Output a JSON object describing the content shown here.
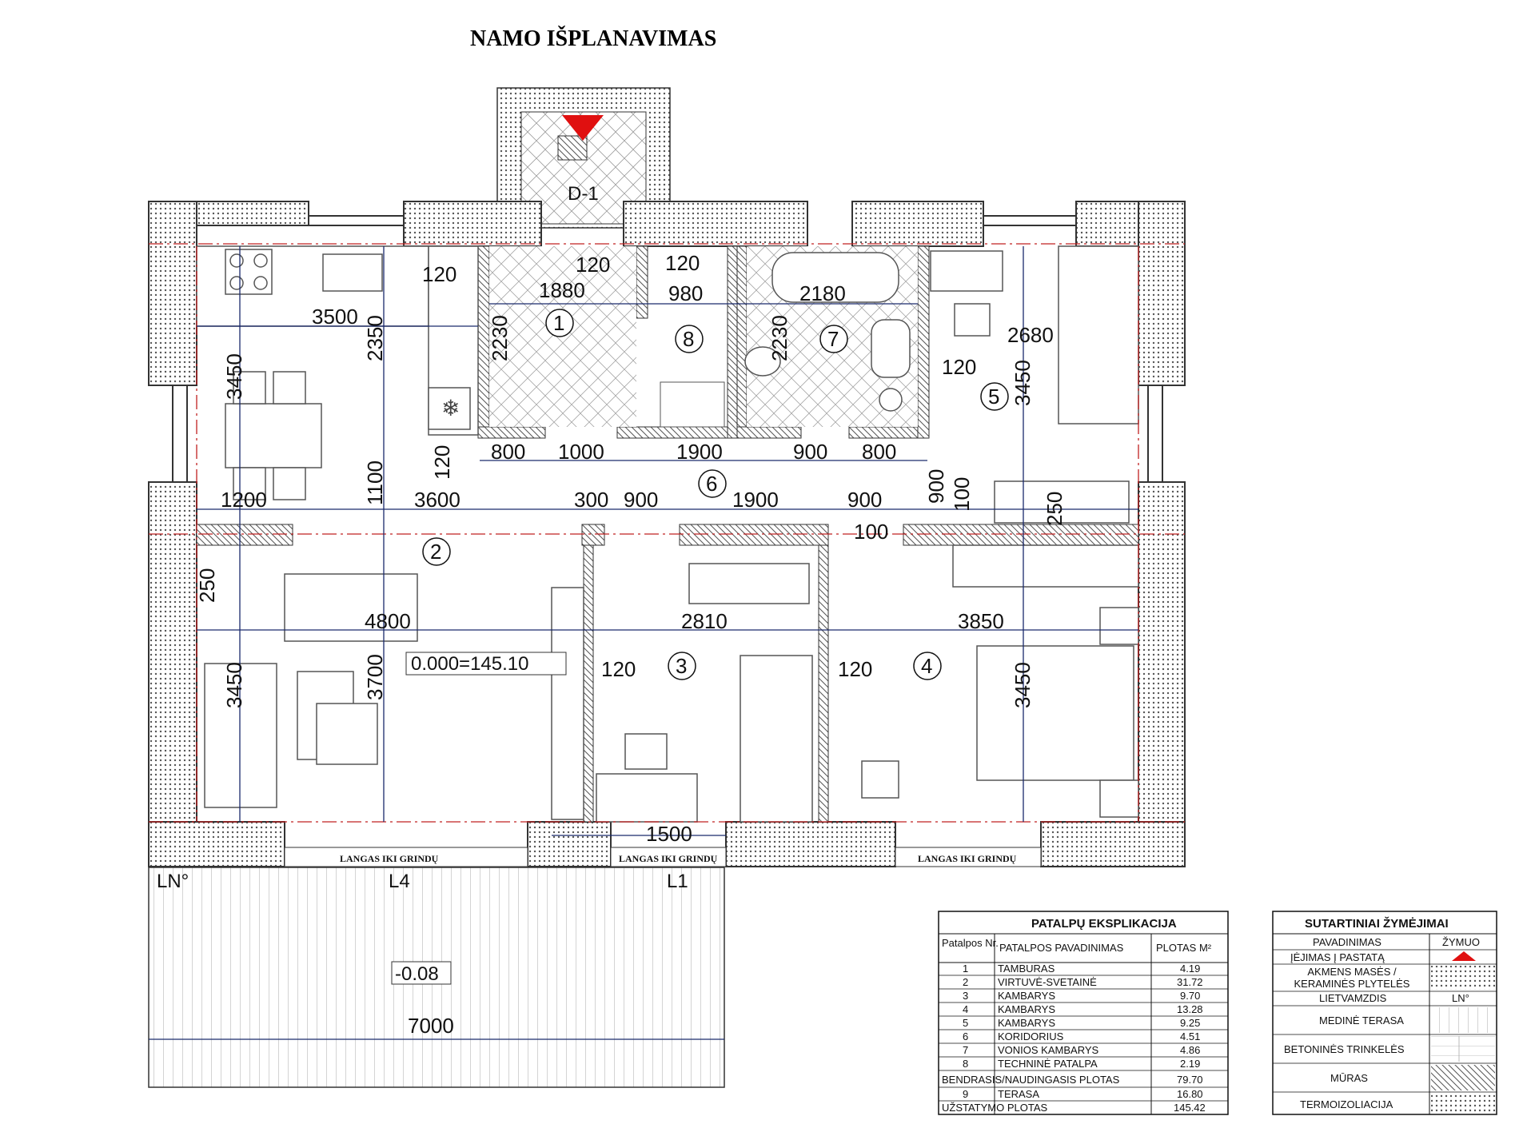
{
  "title": "NAMO IŠPLANAVIMAS",
  "door_label": "D-1",
  "elevation_main": "0.000=145.10",
  "elevation_terrace": "-0.08",
  "window_label": "LANGAS IKI GRINDŲ",
  "axis_labels": {
    "ln": "LN°",
    "l4": "L4",
    "l1": "L1"
  },
  "rooms": [
    "1",
    "2",
    "3",
    "4",
    "5",
    "6",
    "7",
    "8"
  ],
  "dimensions": {
    "d120a": "120",
    "d3500": "3500",
    "d1880": "1880",
    "d120b": "120",
    "d980": "980",
    "d120c": "120",
    "d2180": "2180",
    "d2680": "2680",
    "d120d": "120",
    "d3450a": "3450",
    "d2350": "2350",
    "d2230a": "2230",
    "d2230b": "2230",
    "d3450b": "3450",
    "d120e": "120",
    "d800a": "800",
    "d1000": "1000",
    "d1900a": "1900",
    "d900a": "900",
    "d800b": "800",
    "d900v": "900",
    "d100v": "100",
    "d1100": "1100",
    "d1200": "1200",
    "d3600": "3600",
    "d300": "300",
    "d900b": "900",
    "d1900b": "1900",
    "d900c": "900",
    "d100h": "100",
    "d250a": "250",
    "d250b": "250",
    "d4800": "4800",
    "d2810": "2810",
    "d3850": "3850",
    "d3450c": "3450",
    "d3700": "3700",
    "d120f": "120",
    "d120g": "120",
    "d3450d": "3450",
    "d1500": "1500",
    "d7000": "7000"
  },
  "explication": {
    "title": "PATALPŲ EKSPLIKACIJA",
    "headers": [
      "Patalpos Nr.",
      "PATALPOS PAVADINIMAS",
      "PLOTAS M²"
    ],
    "rows": [
      [
        "1",
        "TAMBURAS",
        "4.19"
      ],
      [
        "2",
        "VIRTUVĖ-SVETAINĖ",
        "31.72"
      ],
      [
        "3",
        "KAMBARYS",
        "9.70"
      ],
      [
        "4",
        "KAMBARYS",
        "13.28"
      ],
      [
        "5",
        "KAMBARYS",
        "9.25"
      ],
      [
        "6",
        "KORIDORIUS",
        "4.51"
      ],
      [
        "7",
        "VONIOS KAMBARYS",
        "4.86"
      ],
      [
        "8",
        "TECHNINĖ PATALPA",
        "2.19"
      ]
    ],
    "total_label": "BENDRASIS/NAUDINGASIS PLOTAS",
    "total_value": "79.70",
    "extra_row": [
      "9",
      "TERASA",
      "16.80"
    ],
    "built_label": "UŽSTATYMO PLOTAS",
    "built_value": "145.42"
  },
  "legend": {
    "title": "SUTARTINIAI ŽYMĖJIMAI",
    "headers": [
      "PAVADINIMAS",
      "ŽYMUO"
    ],
    "rows": [
      "ĮĖJIMAS Į PASTATĄ",
      "AKMENS MASĖS / KERAMINĖS PLYTELĖS",
      "LIETVAMZDIS",
      "MEDINĖ TERASA",
      "BETONINĖS TRINKELĖS",
      "MŪRAS",
      "TERMOIZOLIACIJA"
    ],
    "ln_symbol": "LN°"
  },
  "colors": {
    "wall": "#444444",
    "entry_marker": "#e01010",
    "axis": "#c02020",
    "dim": "#1a2a6c"
  }
}
